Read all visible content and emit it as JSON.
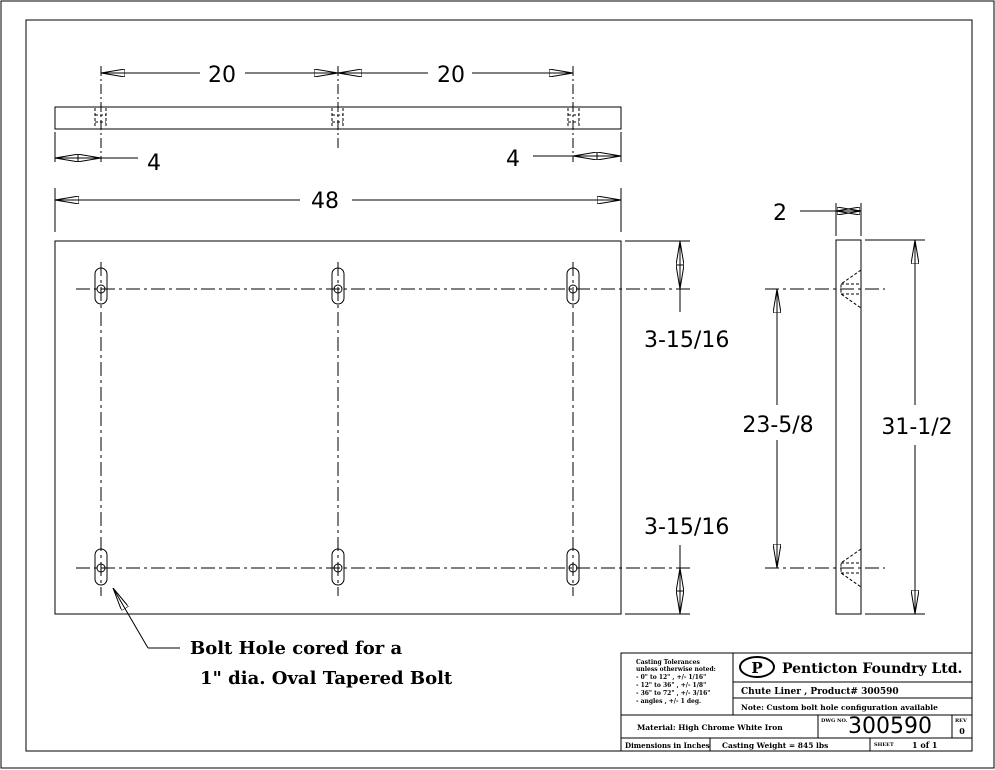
{
  "dimensions": {
    "top_left_spacing": "20",
    "top_right_spacing": "20",
    "left_edge_offset": "4",
    "right_edge_offset": "4",
    "overall_length": "48",
    "top_row_offset": "3-15/16",
    "bottom_row_offset": "3-15/16",
    "thickness": "2",
    "hole_spacing_vertical": "23-5/8",
    "overall_height": "31-1/2"
  },
  "callout": {
    "line1": "Bolt Hole cored for a",
    "line2": "1\" dia. Oval Tapered Bolt"
  },
  "title_block": {
    "tolerances_title": "Casting Tolerances",
    "tolerances_sub": "unless otherwise noted:",
    "tol_1": "- 0\" to 12\" , +/- 1/16\"",
    "tol_2": "- 12\" to 36\" , +/- 1/8\"",
    "tol_3": "- 36\" to 72\" , +/- 3/16\"",
    "tol_4": "- angles    , +/- 1 deg.",
    "logo_letter": "P",
    "company": "Penticton Foundry Ltd.",
    "part_desc": "Chute Liner , Product# 300590",
    "note": "Note: Custom bolt hole configuration available",
    "material": "Material: High Chrome White Iron",
    "dwg_label": "DWG NO.",
    "dwg_no": "300590",
    "rev_label": "REV",
    "rev": "0",
    "units": "Dimensions in Inches",
    "weight": "Casting Weight = 845 lbs",
    "sheet_label": "SHEET",
    "sheet": "1 of 1"
  }
}
